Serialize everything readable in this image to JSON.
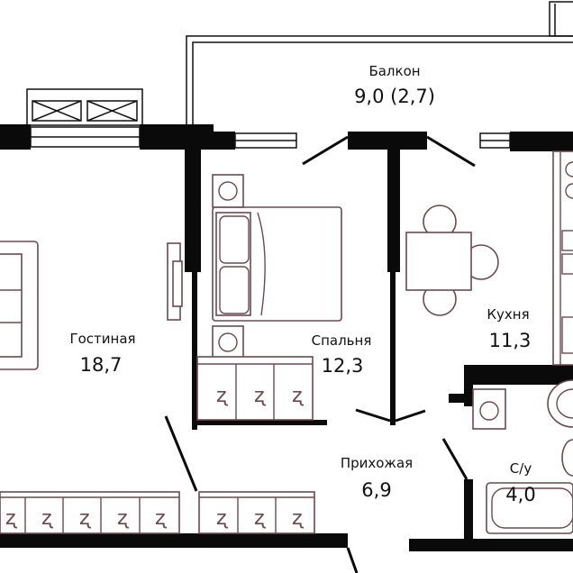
{
  "rooms": {
    "balcony": {
      "name": "Балкон",
      "area": "9,0 (2,7)"
    },
    "living": {
      "name": "Гостиная",
      "area": "18,7"
    },
    "bedroom": {
      "name": "Спальня",
      "area": "12,3"
    },
    "kitchen": {
      "name": "Кухня",
      "area": "11,3"
    },
    "hallway": {
      "name": "Прихожая",
      "area": "6,9"
    },
    "bathroom": {
      "name": "С/у",
      "area": "4,0"
    }
  },
  "colors": {
    "wall": "#0a0a0a",
    "furniture": "#6b4a4f",
    "background": "#ffffff"
  }
}
